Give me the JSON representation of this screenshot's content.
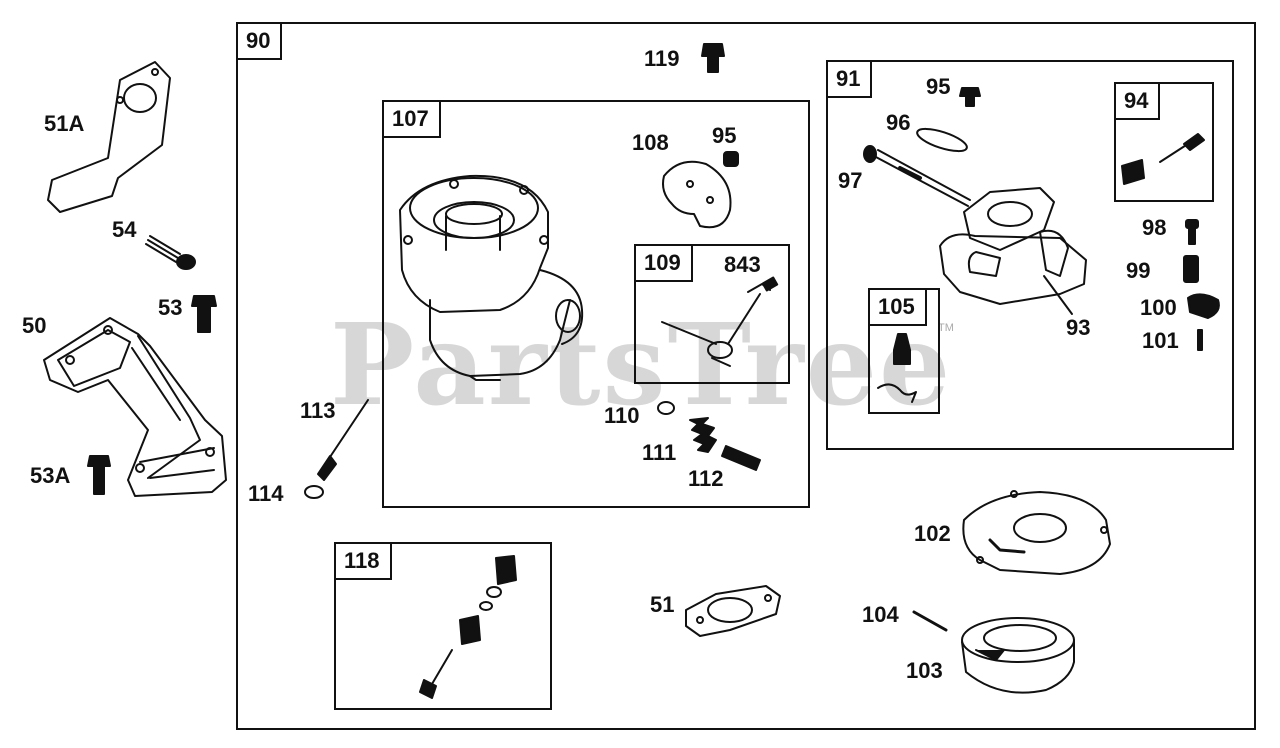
{
  "watermark": {
    "text": "PartsTree",
    "tm": "TM"
  },
  "boxes": {
    "b90": "90",
    "b107": "107",
    "b109": "109",
    "b91": "91",
    "b94": "94",
    "b105": "105",
    "b118": "118"
  },
  "labels": {
    "l51A": "51A",
    "l54": "54",
    "l53": "53",
    "l50": "50",
    "l53A": "53A",
    "l119": "119",
    "l108": "108",
    "l95a": "95",
    "l843": "843",
    "l113": "113",
    "l114": "114",
    "l110": "110",
    "l111": "111",
    "l112": "112",
    "l95b": "95",
    "l96": "96",
    "l97": "97",
    "l98": "98",
    "l99": "99",
    "l100": "100",
    "l101": "101",
    "l93": "93",
    "l102": "102",
    "l51": "51",
    "l104": "104",
    "l103": "103"
  }
}
